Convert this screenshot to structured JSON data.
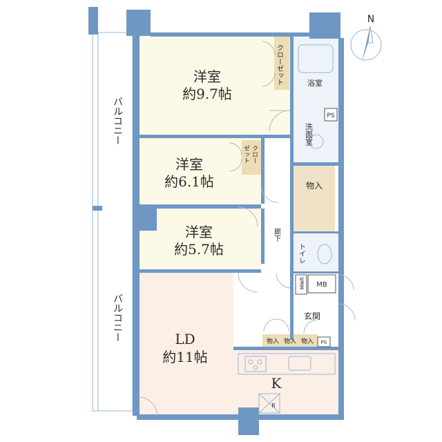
{
  "compass": {
    "north_label": "N"
  },
  "balcony": {
    "upper_label": "バルコニー",
    "lower_label": "バルコニー"
  },
  "rooms": {
    "western1": {
      "name": "洋室",
      "size": "約9.7帖"
    },
    "western2": {
      "name": "洋室",
      "size": "約6.1帖"
    },
    "western3": {
      "name": "洋室",
      "size": "約5.7帖"
    },
    "ld": {
      "name": "LD",
      "size": "約11帖"
    },
    "kitchen": {
      "name": "K"
    }
  },
  "labels": {
    "closet1": "クローゼット",
    "closet2_a": "クロー",
    "closet2_b": "ゼット",
    "bath": "浴室",
    "ps_upper": "PS",
    "washroom": "洗面室",
    "storage_main": "物入",
    "corridor": "廊下",
    "toilet": "トイレ",
    "water_heater": "給湯器",
    "mb": "MB",
    "entrance": "玄関",
    "storage_small": [
      "物入",
      "物入",
      "物入"
    ],
    "ps_lower": "PS",
    "fridge": "R"
  },
  "colors": {
    "wall": "#6f97c4",
    "western_floor": "#fdf9e7",
    "ld_floor": "#fcefe6",
    "wet_floor": "#eef3fa",
    "storage_floor": "#efe2c7",
    "closet_floor": "#eddcb5"
  }
}
